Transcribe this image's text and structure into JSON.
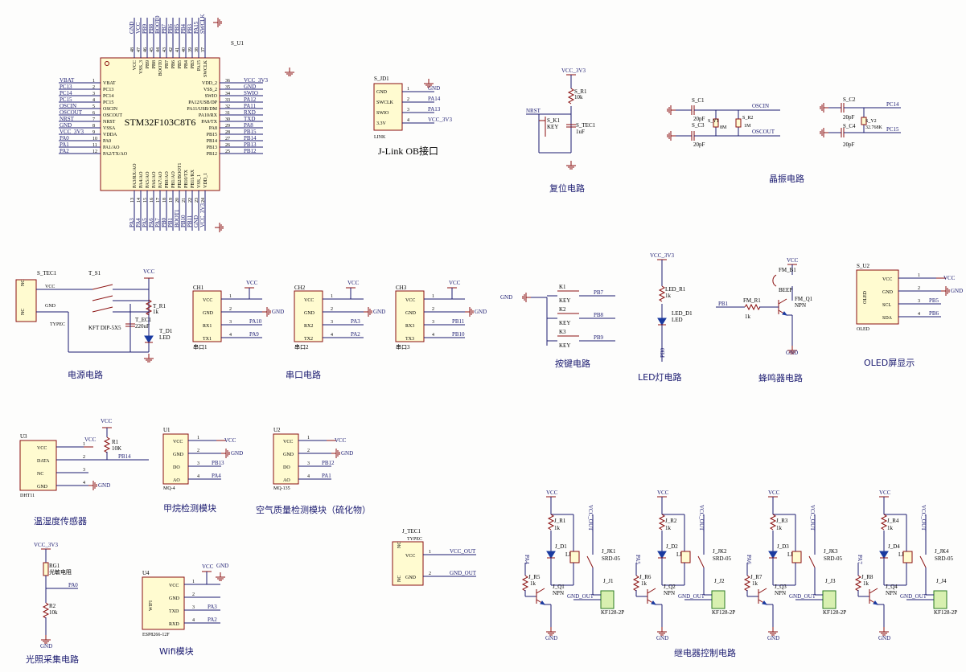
{
  "sections": {
    "mcu": {
      "ref": "S_U1",
      "part": "STM32F103C8T6",
      "left_pins": [
        "VBAT",
        "PC13",
        "PC14",
        "PC15",
        "OSCIN",
        "OSCOUT",
        "NRST",
        "VSSA",
        "VDDA",
        "PA0",
        "PA1/AO",
        "PA2/TX/AO"
      ],
      "left_nums": [
        "1",
        "2",
        "3",
        "4",
        "5",
        "6",
        "7",
        "8",
        "9",
        "10",
        "11",
        "12"
      ],
      "left_nets": [
        "VBAT",
        "PC13",
        "PC14",
        "PC15",
        "OSCIN",
        "OSCOUT",
        "NRST",
        "GND",
        "VCC_3V3",
        "PA0",
        "PA1",
        "PA2"
      ],
      "right_pins": [
        "VDD_2",
        "VSS_2",
        "SWIO",
        "PA12/USB/DP",
        "PA11/USB/DM",
        "PA10/RX",
        "PA9/TX",
        "PA8",
        "PB15",
        "PB14",
        "PB13",
        "PB12"
      ],
      "right_nums": [
        "36",
        "35",
        "34",
        "33",
        "32",
        "31",
        "30",
        "29",
        "28",
        "27",
        "26",
        "25"
      ],
      "right_nets": [
        "VCC_3V3",
        "GND",
        "SWIO",
        "PA12",
        "PA11",
        "RXD",
        "TXD",
        "PA8",
        "PB15",
        "PB14",
        "PB13",
        "PB12"
      ],
      "top_pins": [
        "VCC",
        "VSS_3",
        "PB9",
        "PB8",
        "BOOT0",
        "PB7",
        "PB6",
        "PB5",
        "PB4",
        "PB3",
        "PA15",
        "SWCLK"
      ],
      "top_nums": [
        "48",
        "47",
        "46",
        "45",
        "44",
        "43",
        "42",
        "41",
        "40",
        "39",
        "38",
        "37"
      ],
      "top_nets": [
        "GND",
        "VCC",
        "PB9",
        "PB8",
        "BOOT0",
        "PB7",
        "PB6",
        "PB5",
        "PB4",
        "PB3",
        "PA15",
        "SWCLK"
      ],
      "bottom_pins": [
        "PA3/RX/AO",
        "PA4/AO",
        "PA5/AO",
        "PA6/AO",
        "PA7/AO",
        "PB0/AO",
        "PB1/AO",
        "PB2/BOOT1",
        "PB10/TX",
        "PB11/RX",
        "VSS_1",
        "VDD_1"
      ],
      "bottom_nums": [
        "13",
        "14",
        "15",
        "16",
        "17",
        "18",
        "19",
        "20",
        "21",
        "22",
        "23",
        "24"
      ],
      "bottom_nets": [
        "PA3",
        "PA4",
        "PA5",
        "PA6",
        "PA7",
        "PB0",
        "PB1",
        "BOOT1",
        "PB10",
        "PB11",
        "GND",
        "VCC_3V3"
      ]
    },
    "jlink": {
      "ref": "S_JD1",
      "pins": [
        "GND",
        "SWCLK",
        "SWIO",
        "3.3V"
      ],
      "nums": [
        "1",
        "2",
        "3",
        "4"
      ],
      "nets": [
        "GND",
        "PA14",
        "PA13",
        "VCC_3V3"
      ],
      "part": "LINK",
      "caption": "J-Link OB接口"
    },
    "reset": {
      "vcc": "VCC_3V3",
      "r_ref": "S_R1",
      "r_val": "10k",
      "nrst": "NRST",
      "k_ref": "S_K1",
      "k_val": "KEY",
      "c_ref": "S_TEC1",
      "c_val": "1uF",
      "caption": "复位电路"
    },
    "crystal": {
      "c1": "S_C1",
      "c3": "S_C3",
      "c_val": "20pF",
      "y1": "S_Y1",
      "y1_val": "8M",
      "r2": "S_R2",
      "r2_val": "1M",
      "oscin": "OSCIN",
      "oscout": "OSCOUT",
      "c2": "S_C2",
      "c4": "S_C4",
      "y2": "S_Y2",
      "y2_val": "32.768K",
      "pc14": "PC14",
      "pc15": "PC15",
      "gnd": "GND",
      "caption": "晶振电路"
    },
    "power": {
      "ref": "S_TEC1",
      "part": "TYPEC",
      "pin_vcc": "VCC",
      "pin_gnd": "GND",
      "nc": "NC",
      "sw": "T_S1",
      "sw_part": "KFT DIP-5X5",
      "cap": "T_EC1",
      "cap_val": "220uF",
      "r": "T_R1",
      "r_val": "1k",
      "led": "T_D1",
      "led_val": "LED",
      "vcc": "VCC",
      "gnd": "GND",
      "caption": "电源电路"
    },
    "uart": {
      "caption": "串口电路",
      "ports": [
        {
          "ref": "CH1",
          "pins": [
            "VCC",
            "GND",
            "RX1",
            "TX1"
          ],
          "nets": [
            "VCC",
            "GND",
            "PA10",
            "PA9"
          ],
          "name": "串口1"
        },
        {
          "ref": "CH2",
          "pins": [
            "VCC",
            "GND",
            "RX2",
            "TX2"
          ],
          "nets": [
            "VCC",
            "GND",
            "PA3",
            "PA2"
          ],
          "name": "串口2"
        },
        {
          "ref": "CH3",
          "pins": [
            "VCC",
            "GND",
            "RX3",
            "TX3"
          ],
          "nets": [
            "VCC",
            "GND",
            "PB11",
            "PB10"
          ],
          "name": "串口3"
        }
      ]
    },
    "keys": {
      "gnd": "GND",
      "items": [
        {
          "ref": "K1",
          "val": "KEY",
          "net": "PB7"
        },
        {
          "ref": "K2",
          "val": "KEY",
          "net": "PB8"
        },
        {
          "ref": "K3",
          "val": "KEY",
          "net": "PB9"
        }
      ],
      "caption": "按键电路"
    },
    "led": {
      "vcc": "VCC_3V3",
      "r": "LED_R1",
      "r_val": "1k",
      "d": "LED_D1",
      "d_val": "LED",
      "net": "PB0",
      "caption": "LED灯电路"
    },
    "buzzer": {
      "vcc": "VCC",
      "b": "FM_B1",
      "b_val": "BEEP",
      "q": "FM_Q1",
      "q_val": "NPN",
      "r": "FM_R1",
      "r_val": "1k",
      "net": "PB1",
      "gnd": "GND",
      "caption": "蜂鸣器电路"
    },
    "oled": {
      "ref": "S_U2",
      "part": "OLED",
      "pins": [
        "VCC",
        "GND",
        "SCL",
        "SDA"
      ],
      "nets": [
        "VCC",
        "GND",
        "PB5",
        "PB6"
      ],
      "caption": "OLED屏显示"
    },
    "dht": {
      "ref": "U3",
      "part": "DHT11",
      "pins": [
        "VCC",
        "DATA",
        "NC",
        "GND"
      ],
      "r": "R1",
      "r_val": "10K",
      "vcc": "VCC",
      "net": "PB14",
      "gnd": "GND",
      "caption": "温湿度传感器"
    },
    "mq4": {
      "ref": "U1",
      "part": "MQ-4",
      "pins": [
        "VCC",
        "GND",
        "DO",
        "AO"
      ],
      "nets": [
        "VCC",
        "GND",
        "PB13",
        "PA4"
      ],
      "caption": "甲烷检测模块"
    },
    "mq135": {
      "ref": "U2",
      "part": "MQ-135",
      "pins": [
        "VCC",
        "GND",
        "DO",
        "AO"
      ],
      "nets": [
        "VCC",
        "GND",
        "PB12",
        "PA1"
      ],
      "caption": "空气质量检测模块（硫化物）"
    },
    "light": {
      "vcc": "VCC_3V3",
      "rg": "RG1",
      "rg_val": "光敏电阻",
      "r": "R2",
      "r_val": "10k",
      "net": "PA0",
      "gnd": "GND",
      "caption": "光照采集电路"
    },
    "wifi": {
      "ref": "U4",
      "part": "WIFI",
      "module": "ESP8266-12F",
      "pins": [
        "VCC",
        "GND",
        "TXD",
        "RXD"
      ],
      "nets": [
        "VCC",
        "GND",
        "PA3",
        "PA2"
      ],
      "caption": "Wifi模块"
    },
    "typec2": {
      "ref": "J_TEC1",
      "part": "TYPEC",
      "pins": [
        "VCC",
        "GND"
      ],
      "nets": [
        "VCC_OUT",
        "GND_OUT"
      ]
    },
    "relays": {
      "caption": "继电器控制电路",
      "items": [
        {
          "r1": "J_R1",
          "d1": "J_D1",
          "jk": "J_JK1",
          "q": "J_Q1",
          "r2": "J_R5",
          "j": "J_J1",
          "ctrl": "PA4"
        },
        {
          "r1": "J_R2",
          "d1": "J_D2",
          "jk": "J_JK2",
          "q": "J_Q2",
          "r2": "J_R6",
          "j": "J_J2",
          "ctrl": "PA5"
        },
        {
          "r1": "J_R3",
          "d1": "J_D3",
          "jk": "J_JK3",
          "q": "J_Q3",
          "r2": "J_R7",
          "j": "J_J3",
          "ctrl": "PA6"
        },
        {
          "r1": "J_R4",
          "d1": "J_D4",
          "jk": "J_JK4",
          "q": "J_Q4",
          "r2": "J_R8",
          "j": "J_J4",
          "ctrl": "PA7"
        }
      ],
      "vcc": "VCC",
      "vcc_out": "VCC_OUT",
      "gnd_out": "GND_OUT",
      "gnd": "GND",
      "r_val": "1k",
      "led": "LED",
      "npn": "NPN",
      "relay": "SRD-05",
      "conn": "KF128-2P"
    }
  }
}
